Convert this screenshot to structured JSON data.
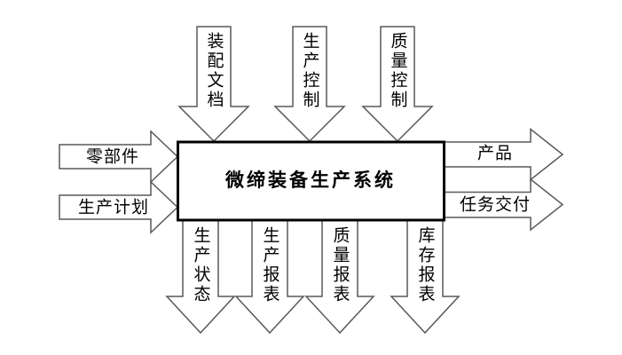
{
  "diagram": {
    "center_box": {
      "label": "微缔装备生产系统"
    },
    "top_inputs": [
      {
        "label": "装配文档"
      },
      {
        "label": "生产控制"
      },
      {
        "label": "质量控制"
      }
    ],
    "left_inputs": [
      {
        "label": "零部件"
      },
      {
        "label": "生产计划"
      }
    ],
    "right_outputs": [
      {
        "label": "产品"
      },
      {
        "label": "任务交付"
      }
    ],
    "bottom_outputs": [
      {
        "label": "生产状态"
      },
      {
        "label": "生产报表"
      },
      {
        "label": "质量报表"
      },
      {
        "label": "库存报表"
      }
    ],
    "colors": {
      "background": "#ffffff",
      "arrow_outline": "#595959",
      "box_border": "#000000",
      "text": "#000000"
    }
  }
}
